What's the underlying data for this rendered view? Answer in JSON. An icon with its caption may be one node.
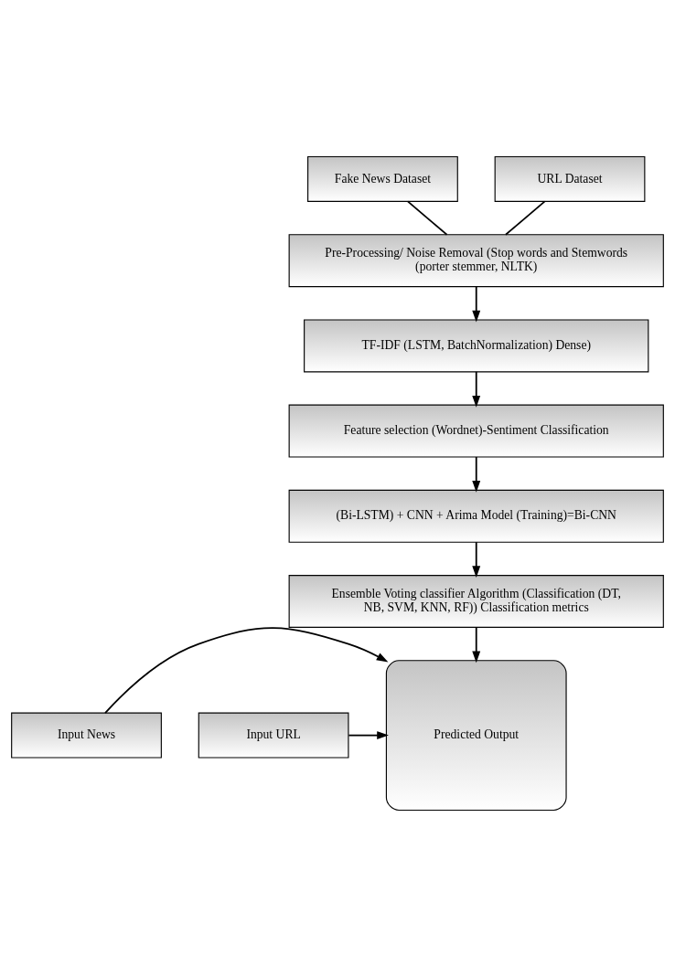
{
  "diagram": {
    "nodes": [
      {
        "text": [
          "Fake News Dataset"
        ]
      },
      {
        "text": [
          "URL Dataset"
        ]
      },
      {
        "text": [
          "Pre-Processing/ Noise Removal (Stop words and Stemwords (porter stemmer, NLTK)"
        ]
      },
      {
        "text": [
          "TF-IDF (LSTM, BatchNormalization) Dense)"
        ]
      },
      {
        "text": [
          "Feature selection (Wordnet)-Sentiment Classification"
        ]
      },
      {
        "text": [
          "(Bi-LSTM) + CNN + Arima Model (Training)=Bi-CNN"
        ]
      },
      {
        "text": [
          "Ensemble Voting classifier Algorithm (Classification (DT, NB, SVM, KNN, RF)) Classification metrics"
        ]
      },
      {
        "text": [
          "Input News"
        ]
      },
      {
        "text": [
          "Predicted Output"
        ]
      },
      {
        "text": [
          "Input URL"
        ]
      }
    ],
    "edges": [
      {
        "from": 0,
        "to": 2,
        "arrow": "none"
      },
      {
        "from": 1,
        "to": 2,
        "arrow": "none"
      },
      {
        "from": 2,
        "to": 3,
        "arrow": "to"
      },
      {
        "from": 3,
        "to": 4,
        "arrow": "to"
      },
      {
        "from": 4,
        "to": 5,
        "arrow": "to"
      },
      {
        "from": 5,
        "to": 6,
        "arrow": "to"
      },
      {
        "from": 6,
        "to": 8,
        "arrow": "to"
      },
      {
        "from": 7,
        "to": 8,
        "arrow": "to"
      },
      {
        "from": 9,
        "to": 8,
        "arrow": "to"
      }
    ]
  }
}
